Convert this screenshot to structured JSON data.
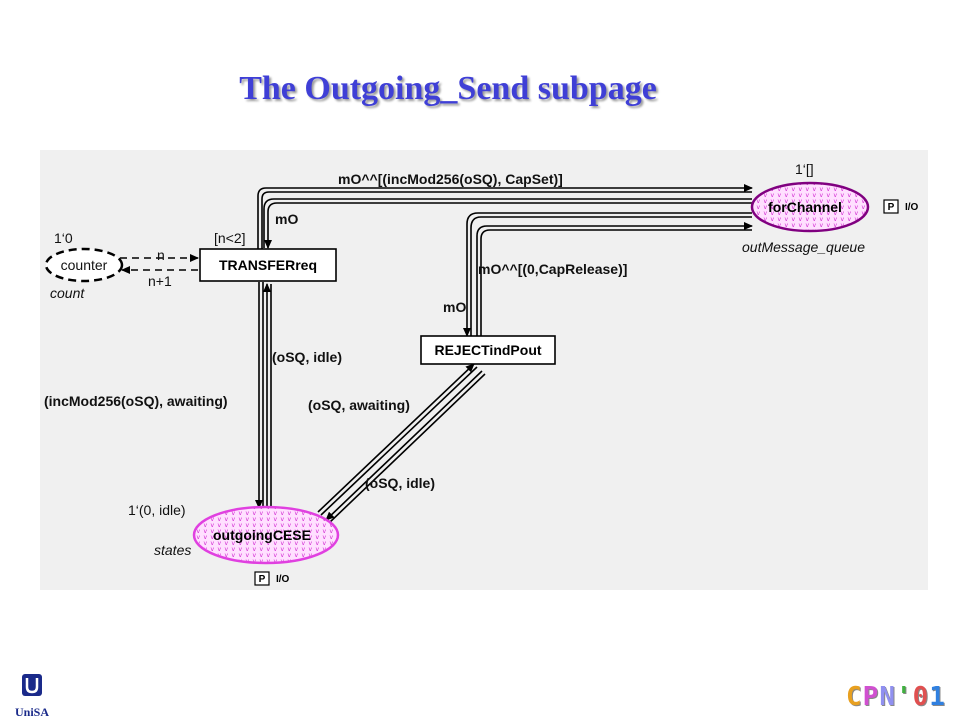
{
  "title": "The Outgoing_Send subpage",
  "diagram": {
    "places": {
      "counter": {
        "name": "counter",
        "marking": "1‘0",
        "type": "count"
      },
      "forChannel": {
        "name": "forChannel",
        "marking": "1‘[]",
        "type": "outMessage_queue",
        "port_tag": "P",
        "port_kind": "I/O"
      },
      "outgoingCESE": {
        "name": "outgoingCESE",
        "marking": "1‘(0, idle)",
        "type": "states",
        "port_tag": "P",
        "port_kind": "I/O"
      }
    },
    "transitions": {
      "transferreq": {
        "name": "TRANSFERreq",
        "guard": "[n<2]"
      },
      "rejectindpout": {
        "name": "REJECTindPout"
      }
    },
    "arcs": {
      "transfer_to_channel": "mO^^[(incMod256(oSQ), CapSet)]",
      "channel_to_transfer": "mO",
      "reject_to_channel": "mO^^[(0,CapRelease)]",
      "channel_to_reject": "mO",
      "counter_to_transfer": "n",
      "transfer_to_counter": "n+1",
      "cese_to_transfer": "(oSQ, idle)",
      "transfer_to_cese": "(incMod256(oSQ), awaiting)",
      "cese_to_reject": "(oSQ, awaiting)",
      "reject_to_cese": "(oSQ, idle)"
    }
  },
  "footer": {
    "logo_text": "UniSA",
    "conference_letters": [
      "C",
      "P",
      "N",
      "'",
      "0",
      "1"
    ],
    "conference_colors": [
      "#e8a020",
      "#d050d0",
      "#9090f0",
      "#40b040",
      "#e05050",
      "#3080e0"
    ]
  }
}
